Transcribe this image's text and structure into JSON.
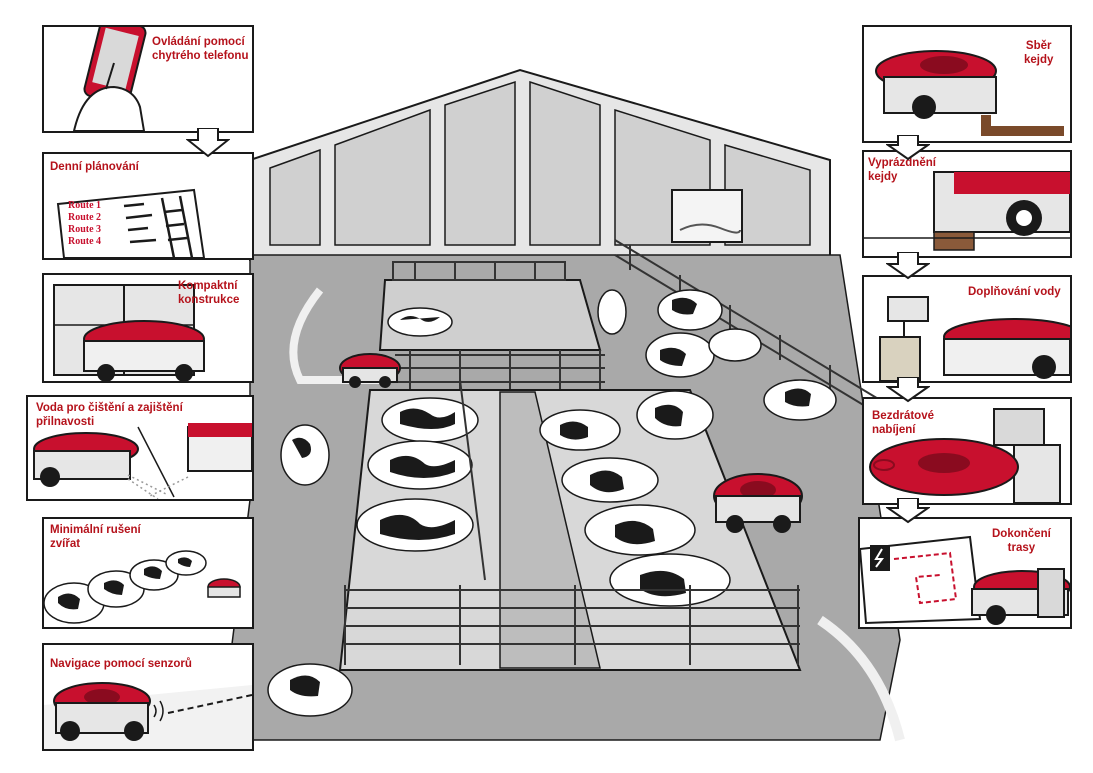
{
  "colors": {
    "accent": "#b5121b",
    "robot_red": "#c8102e",
    "outline": "#1a1a1a",
    "barn_gray": "#d4d4d4",
    "floor_gray": "#8c8c8c"
  },
  "left_steps": [
    {
      "label": "Ovládání pomocí",
      "label2": "chytrého telefonu",
      "icon": "smartphone-icon"
    },
    {
      "label": "Denní plánování",
      "label2": "",
      "icon": "route-list-icon"
    },
    {
      "label": "Kompaktní",
      "label2": "konstrukce",
      "icon": "compact-robot-icon"
    },
    {
      "label": "Voda pro čištění a zajištění",
      "label2": "přilnavosti",
      "icon": "water-spray-icon"
    },
    {
      "label": "Minimální rušení",
      "label2": "zvířat",
      "icon": "cows-icon"
    },
    {
      "label": "Navigace pomocí senzorů",
      "label2": "",
      "icon": "sensor-icon"
    }
  ],
  "right_steps": [
    {
      "label": "Sběr",
      "label2": "kejdy",
      "icon": "manure-collect-icon"
    },
    {
      "label": "Vyprázdnění",
      "label2": "kejdy",
      "icon": "manure-empty-icon"
    },
    {
      "label": "Doplňování vody",
      "label2": "",
      "icon": "water-refill-icon"
    },
    {
      "label": "Bezdrátové",
      "label2": "nabíjení",
      "icon": "charging-icon"
    },
    {
      "label": "Dokončení",
      "label2": "trasy",
      "icon": "route-complete-icon"
    }
  ],
  "routes": [
    "Route 1",
    "Route 2",
    "Route 3",
    "Route 4"
  ]
}
